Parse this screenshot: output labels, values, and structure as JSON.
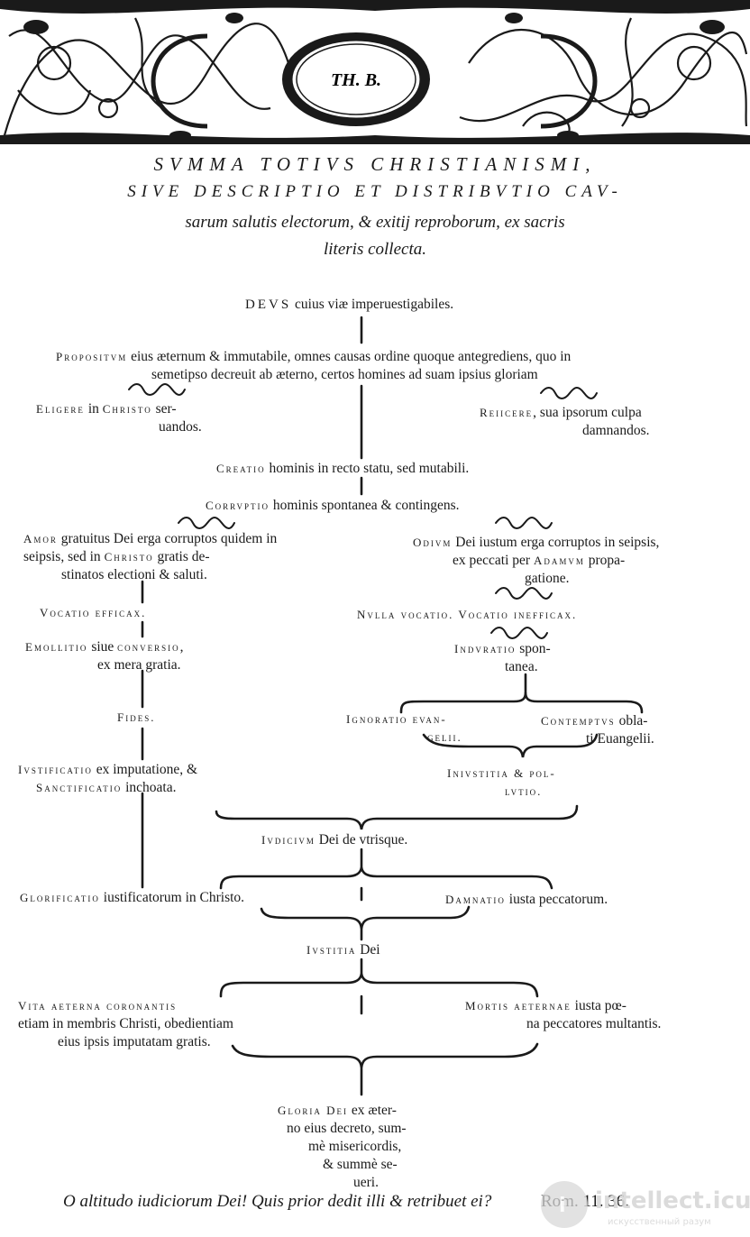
{
  "banner": {
    "cartouche_text": "TH. B."
  },
  "title": {
    "line1": "SVMMA TOTIVS CHRISTIANISMI,",
    "line2": "SIVE DESCRIPTIO ET DISTRIBVTIO CAV-",
    "line3": "sarum salutis electorum, & exitij reproborum, ex sacris",
    "line4": "literis collecta."
  },
  "nodes": {
    "deus": {
      "caps": "DEVS",
      "rest": " cuius viæ imperuestigabiles."
    },
    "propositum": {
      "caps": "Propositvm",
      "rest": " eius æternum & immutabile, omnes causas ordine quoque antegrediens, quo in",
      "line2": "semetipso decreuit ab æterno, certos homines ad suam ipsius gloriam"
    },
    "eligere": {
      "caps": "Eligere",
      "mid": " in ",
      "caps2": "Christo",
      "rest": " ser-",
      "line2": "uandos."
    },
    "reiicere": {
      "caps": "Reiicere",
      "rest": ", sua ipsorum culpa",
      "line2": "damnandos."
    },
    "creatio": {
      "caps": "Creatio",
      "rest": " hominis in recto statu, sed mutabili."
    },
    "corruptio": {
      "caps": "Corrvptio",
      "rest": " hominis spontanea & contingens."
    },
    "amor": {
      "caps": "Amor",
      "rest": " gratuitus Dei erga corruptos quidem in",
      "line2a": "seipsis, sed in ",
      "caps2": "Christo",
      "line2b": " gratis de-",
      "line3": "stinatos electioni & saluti."
    },
    "odium": {
      "caps": "Odivm",
      "rest": " Dei iustum erga corruptos in seipsis,",
      "line2a": "ex peccati per ",
      "caps2": "Adamvm",
      "line2b": " propa-",
      "line3": "gatione."
    },
    "vocatio_efficax": {
      "caps": "Vocatio efficax."
    },
    "nulla_vocatio": {
      "caps": "Nvlla vocatio.  Vocatio inefficax."
    },
    "emollitio": {
      "caps": "Emollitio",
      "mid": " siue ",
      "caps2": "conversio",
      "rest": ",",
      "line2": "ex mera gratia."
    },
    "induratio": {
      "caps": "Indvratio",
      "rest": " spon-",
      "line2": "tanea."
    },
    "fides": {
      "caps": "Fides."
    },
    "ignoratio": {
      "caps": "Ignoratio evan-",
      "line2": "gelii."
    },
    "contemptus": {
      "caps": "Contemptvs",
      "rest": " obla-",
      "line2": "ti Euangelii."
    },
    "iustificatio": {
      "caps": "Ivstificatio",
      "rest": " ex imputatione, &",
      "caps2": "Sanctificatio",
      "rest2": " inchoata."
    },
    "iniustitia": {
      "caps": "Inivstitia & pol-",
      "line2": "lvtio."
    },
    "iudicium": {
      "caps": "Ivdicivm",
      "rest": " Dei de vtrisque."
    },
    "glorificatio": {
      "caps": "Glorificatio",
      "rest": " iustificatorum in Christo."
    },
    "damnatio": {
      "caps": "Damnatio",
      "rest": " iusta peccatorum."
    },
    "iustitia": {
      "caps": "Ivstitia",
      "rest": " Dei"
    },
    "vita": {
      "caps": "Vita aeterna coronantis",
      "line2": "etiam in membris Christi, obedientiam",
      "line3": "eius ipsis imputatam gratis."
    },
    "mortis": {
      "caps": "Mortis aeternae",
      "rest": " iusta pœ-",
      "line2": "na peccatores multantis."
    },
    "gloria": {
      "caps": "Gloria Dei",
      "rest": " ex æter-",
      "line2": "no eius decreto, sum-",
      "line3": "mè misericordis,",
      "line4": "& summè se-",
      "line5": "ueri."
    }
  },
  "footer": {
    "quote": "O altitudo iudiciorum Dei! Quis prior dedit illi & retribuet ei?",
    "reference": "Rom. 11. 36."
  },
  "watermark": {
    "text": "intellect.icu",
    "subtitle": "искусственный разум"
  },
  "colors": {
    "ink": "#1a1a1a",
    "paper": "#ffffff",
    "watermark": "#d8d8d8"
  }
}
